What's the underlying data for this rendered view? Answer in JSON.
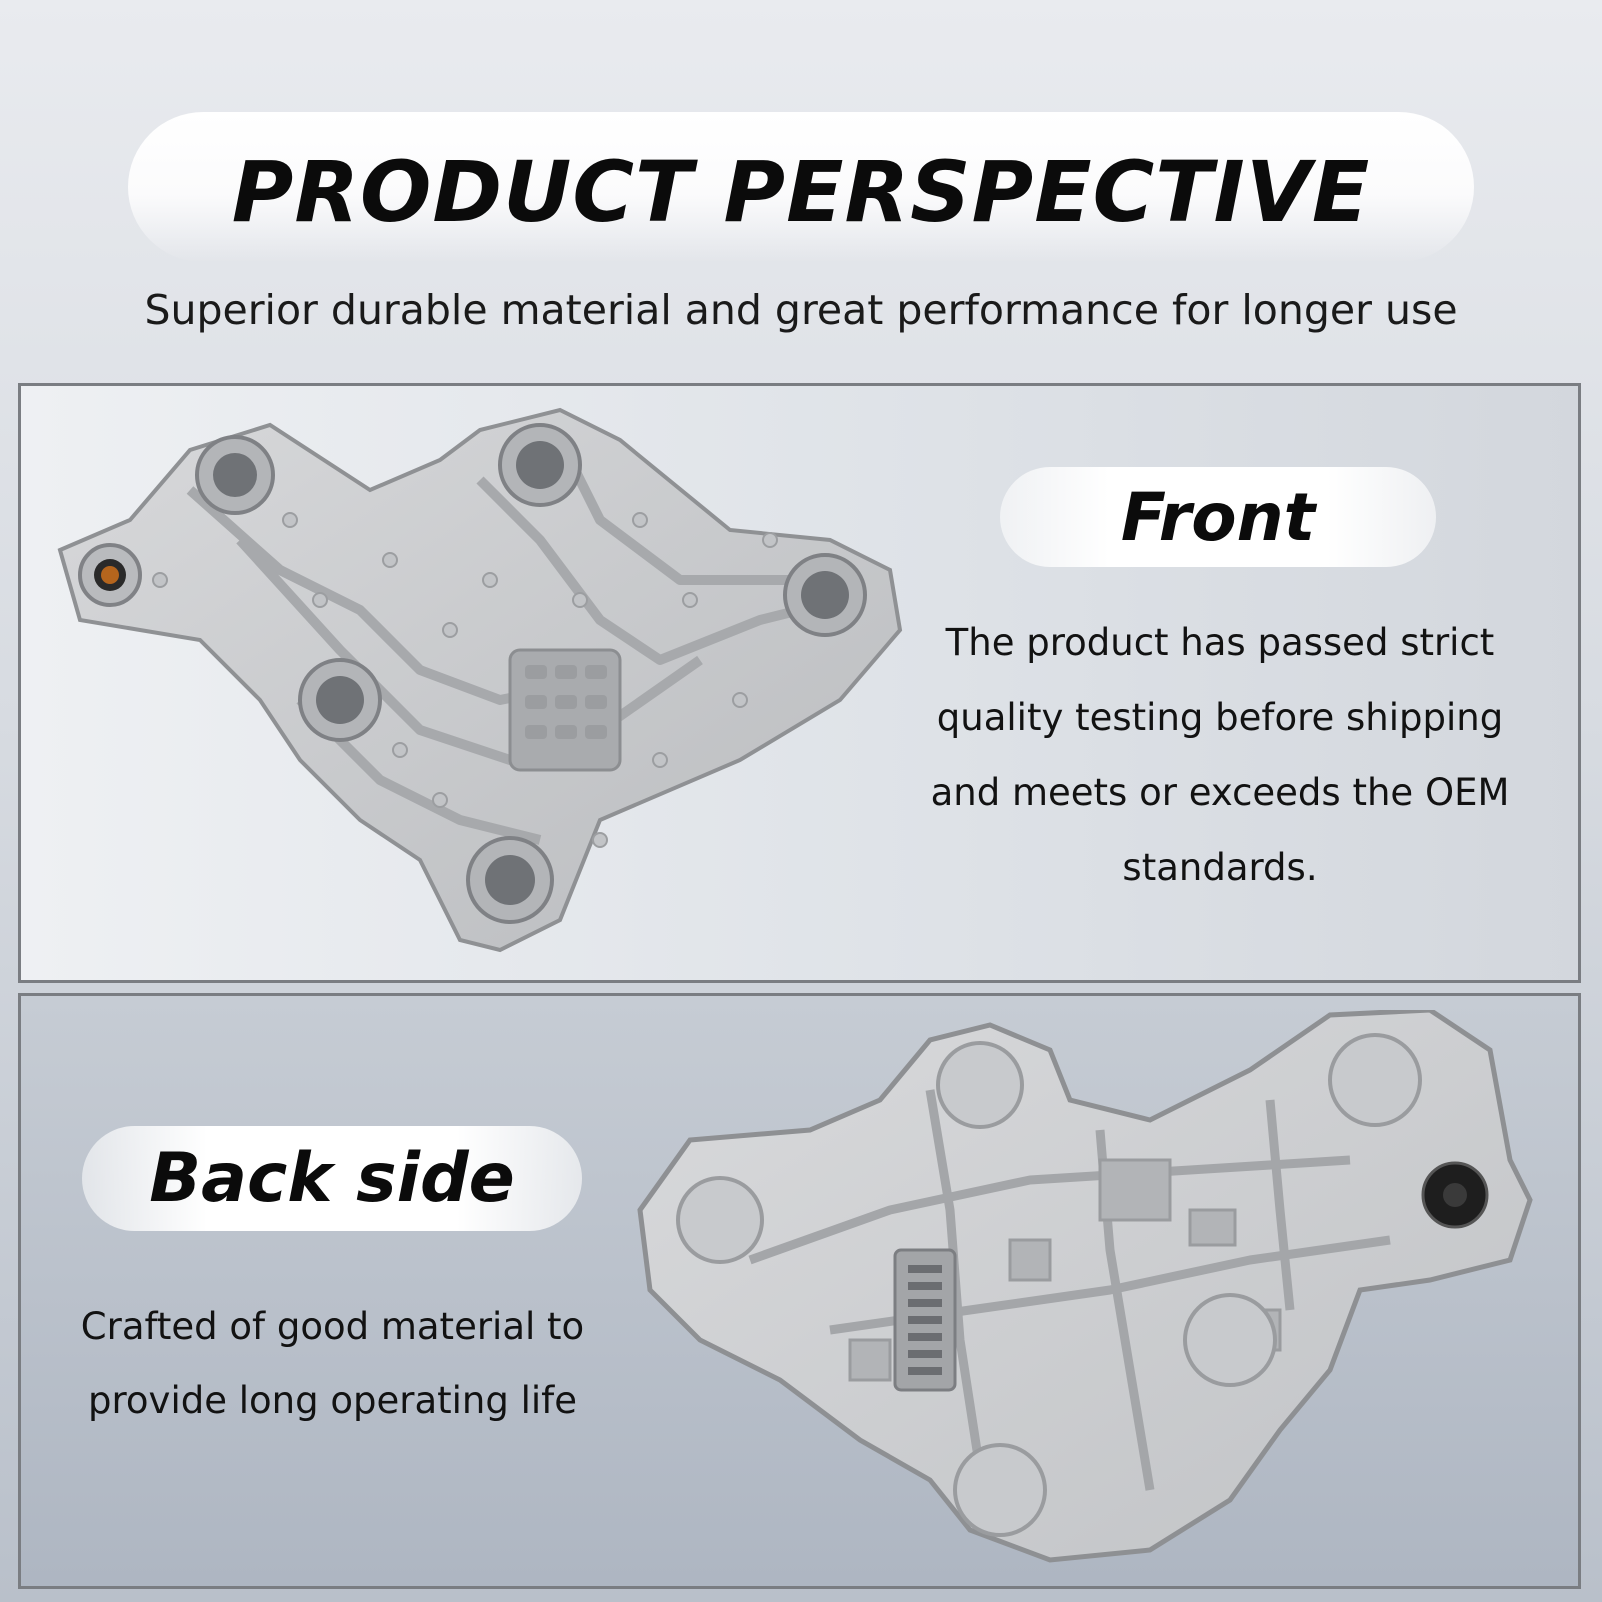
{
  "header": {
    "title": "PRODUCT PERSPECTIVE",
    "subtitle": "Superior durable material and great performance for longer use"
  },
  "front": {
    "label": "Front",
    "description": "The product has passed strict\nquality testing before shipping\nand meets or exceeds the OEM\nstandards."
  },
  "back": {
    "label": "Back side",
    "description": "Crafted of good material to\nprovide long operating life"
  },
  "colors": {
    "plastic": "#c9cacc",
    "plastic_dark": "#9fa1a4",
    "contact_copper": "#b5651d",
    "connector_black": "#1e1e1e"
  }
}
